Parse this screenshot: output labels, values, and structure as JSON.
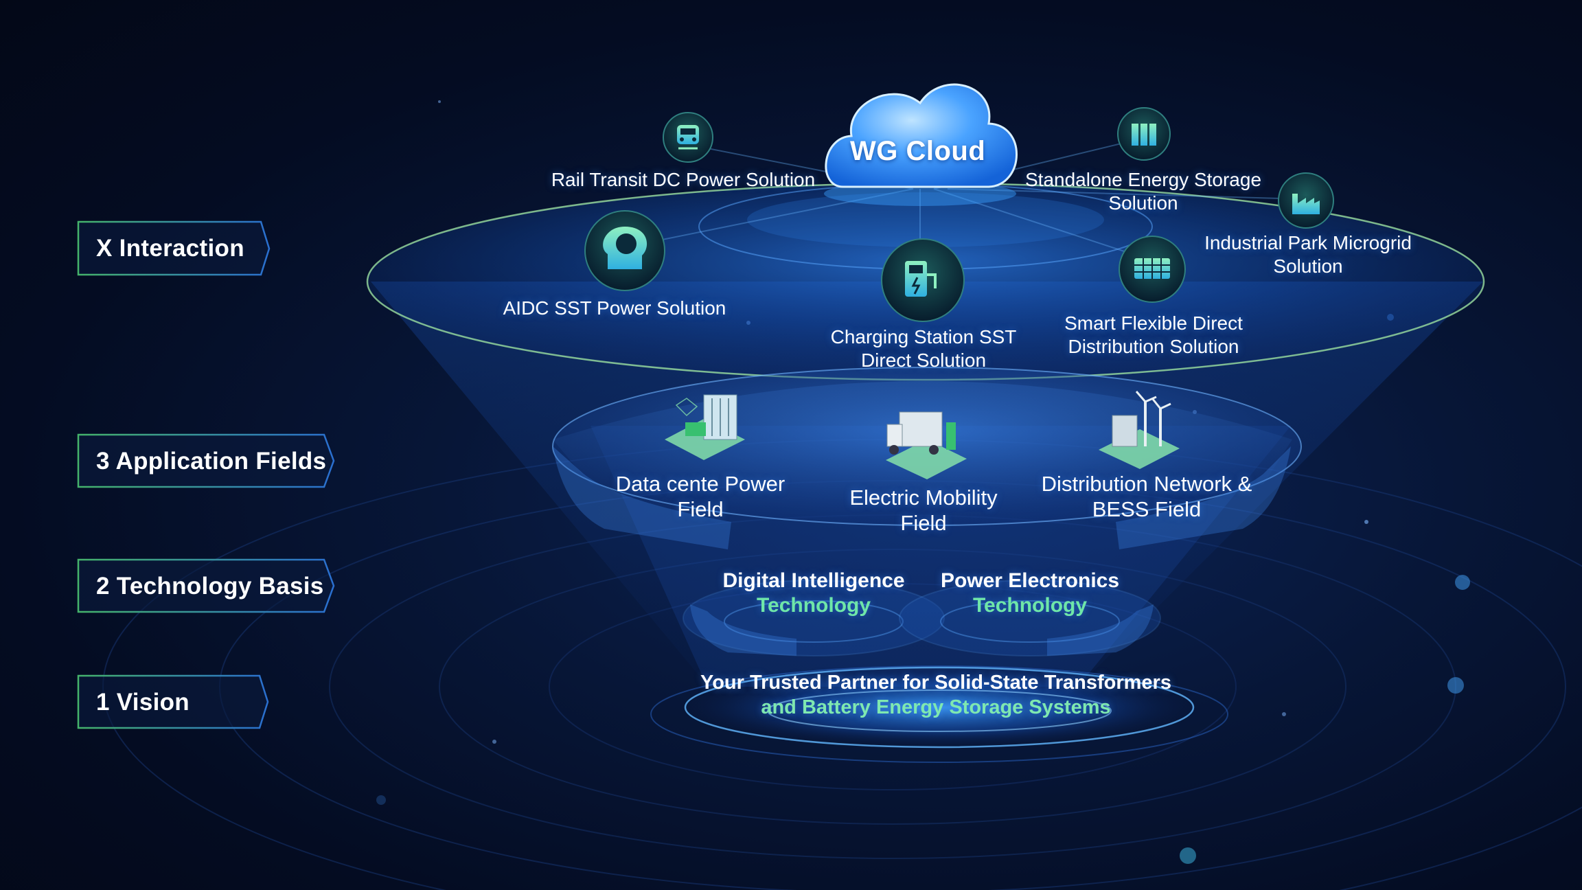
{
  "layers": [
    {
      "label": "X Interaction"
    },
    {
      "label": "3 Application Fields"
    },
    {
      "label": "2 Technology Basis"
    },
    {
      "label": "1 Vision"
    }
  ],
  "cloud": {
    "label": "WG Cloud"
  },
  "solutions": {
    "rail": {
      "line1": "Rail Transit DC Power Solution",
      "icon": "train-icon"
    },
    "aidc": {
      "line1": "AIDC SST Power Solution",
      "icon": "ai-head-icon"
    },
    "charging": {
      "line1": "Charging Station SST",
      "line2": "Direct Solution",
      "icon": "ev-charger-icon"
    },
    "storage": {
      "line1": "Standalone Energy Storage",
      "line2": "Solution",
      "icon": "battery-rack-icon"
    },
    "industrial": {
      "line1": "Industrial Park Microgrid",
      "line2": "Solution",
      "icon": "factory-icon"
    },
    "smart": {
      "line1": "Smart Flexible Direct",
      "line2": "Distribution Solution",
      "icon": "grid-panel-icon"
    }
  },
  "fields": {
    "datacenter": {
      "line1": "Data cente Power",
      "line2": "Field",
      "icon": "server-rack-icon"
    },
    "mobility": {
      "line1": "Electric Mobility",
      "line2": "Field",
      "icon": "truck-charger-icon"
    },
    "distribution": {
      "line1": "Distribution Network &",
      "line2": "BESS Field",
      "icon": "wind-turbine-icon"
    }
  },
  "technology": {
    "digital": {
      "line1": "Digital Intelligence",
      "line2": "Technology"
    },
    "power": {
      "line1": "Power Electronics",
      "line2": "Technology"
    }
  },
  "vision": {
    "line1": "Your Trusted Partner for Solid-State Transformers",
    "line2": "and Battery Energy Storage Systems"
  },
  "colors": {
    "accent_green": "#6fe6a8",
    "label_border": "#3fa86a",
    "glow_blue": "#2f8cff",
    "icon_bg": "#0f3a4a"
  }
}
